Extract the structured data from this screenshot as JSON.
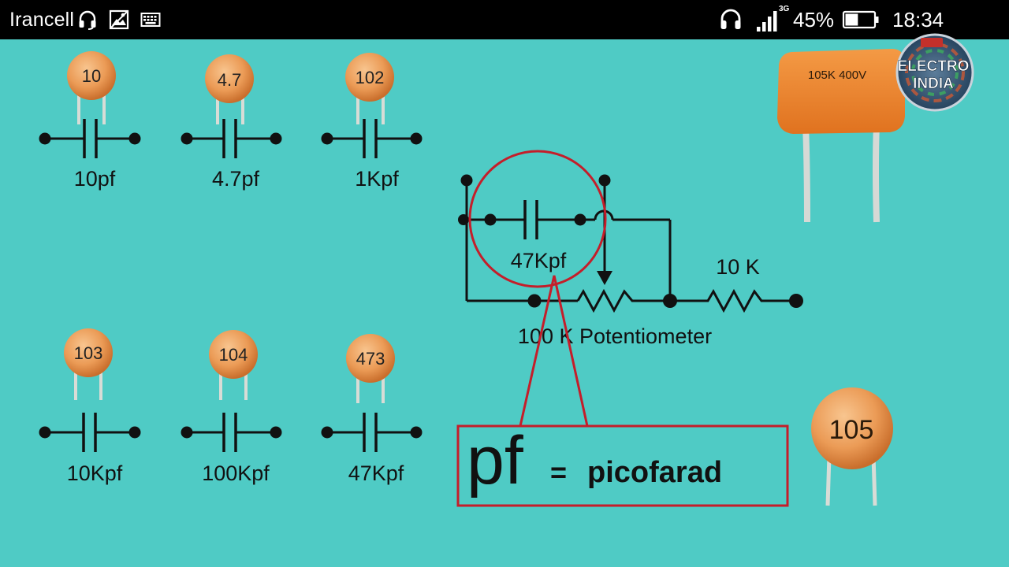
{
  "status_bar": {
    "carrier": "Irancell",
    "network_type": "3G",
    "battery_percent": "45%",
    "battery_level": 0.45,
    "time": "18:34",
    "left_icons": [
      "headset-icon",
      "image-icon",
      "keyboard-icon"
    ],
    "right_icons": [
      "headphones-icon",
      "signal-icon",
      "battery-icon"
    ]
  },
  "video": {
    "background_color": "#4fcbc5",
    "accent_color": "#c41e2a",
    "capacitors_top": [
      {
        "code": "10",
        "label": "10pf"
      },
      {
        "code": "4.7",
        "label": "4.7pf"
      },
      {
        "code": "102",
        "label": "1Kpf"
      }
    ],
    "capacitors_bottom": [
      {
        "code": "103",
        "label": "10Kpf"
      },
      {
        "code": "104",
        "label": "100Kpf"
      },
      {
        "code": "473",
        "label": "47Kpf"
      }
    ],
    "circuit": {
      "capacitor_label": "47Kpf",
      "resistor_label": "10 K",
      "potentiometer_label": "100 K Potentiometer"
    },
    "definition": {
      "abbr": "pf",
      "equals": "=",
      "term": "picofarad"
    },
    "film_capacitor_marking": "105K 400V",
    "disc_capacitor_code": "105",
    "channel_logo": {
      "line1": "ELECTRO",
      "line2": "INDIA"
    }
  }
}
